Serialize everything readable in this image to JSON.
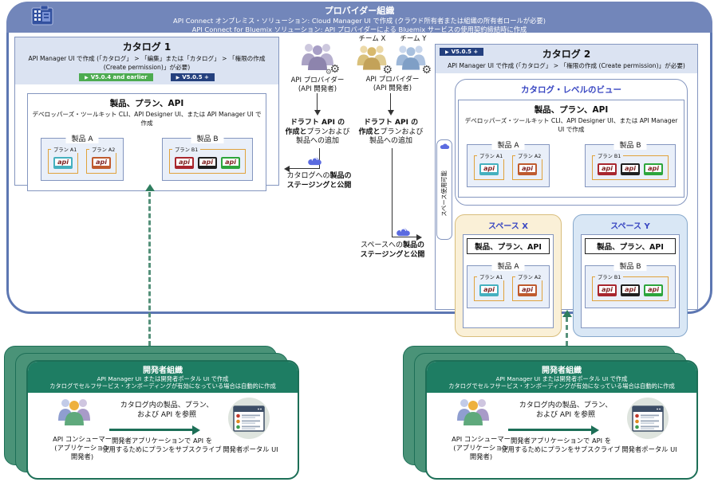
{
  "provider_org": {
    "title": "プロバイダー組織",
    "line1": "API Connect オンプレミス・ソリューション: Cloud Manager UI で作成 (クラウド所有者または組織の所有者ロールが必要)",
    "line2": "API Connect for Bluemix ソリューション: API プロバイダーによる Bluemix サービスの使用契約締結時に作成"
  },
  "catalog1": {
    "title": "カタログ 1",
    "desc": "API Manager UI で作成 (「カタログ」 > 「編集」または「カタログ」 > 「権限の作成 (Create permission)」が必要)",
    "badge_old": "V5.0.4 and earlier",
    "badge_new": "V5.0.5 +",
    "badge_arrow": "▶"
  },
  "catalog2": {
    "title": "カタログ 2",
    "desc": "API Manager UI で作成 (「カタログ」 > 「権限の作成 (Create permission)」が必要)",
    "badge": "V5.0.5 +",
    "badge_arrow": "▶",
    "view_title": "カタログ・レベルのビュー",
    "space_enabled_label": "スペース使用可能"
  },
  "products": {
    "title": "製品、プラン、API",
    "desc": "デベロッパーズ・ツールキット CLI、API Designer UI、または API Manager UI で作成",
    "product_a": "製品 A",
    "product_b": "製品 B",
    "plan_a1": "プラン A1",
    "plan_a2": "プラン A2",
    "plan_b1": "プラン B1",
    "api_label": "api"
  },
  "spaces": {
    "x_title": "スペース X",
    "y_title": "スペース Y",
    "header": "製品、プラン、API"
  },
  "providers": {
    "label1": "API プロバイダー",
    "label2": "(API 開発者)",
    "team_x": "チーム X",
    "team_y": "チーム Y",
    "draft_bold1": "ドラフト API の",
    "draft_bold2": "作成と",
    "draft_rest1": "プランおよび",
    "draft_rest2": "製品への追加",
    "stage_catalog_plain": "カタログへの",
    "stage_catalog_bold1": "製品の",
    "stage_catalog_bold2": "ステージングと公開",
    "stage_space_plain": "スペースへの",
    "stage_space_bold1": "製品の",
    "stage_space_bold2": "ステージングと公開"
  },
  "developer_org": {
    "title": "開発者組織",
    "line1": "API Manager UI または開発者ポータル UI で作成",
    "line2": "カタログでセルフサービス・オンボーディングが有効になっている場合は自動的に作成",
    "consumer1": "API コンシューマー",
    "consumer2": "(アプリケーション",
    "consumer3": "開発者)",
    "browse1": "カタログ内の製品、プラン、",
    "browse2": "および API を参照",
    "subscribe1": "開発者アプリケーションで API を",
    "subscribe2": "使用するためにプランをサブスクライブ",
    "portal_label": "開発者ポータル UI"
  },
  "colors": {
    "provider_band": "#7286ba",
    "catalog_head": "#dbe3f2",
    "badge_green": "#4cab50",
    "badge_navy": "#24407e",
    "space_x_bg": "#faf0d7",
    "space_y_bg": "#d9e7f5",
    "dev_green": "#1e7d63",
    "api_teal": "#45b0bf",
    "api_orange": "#bf5a2e",
    "api_red": "#a8262e",
    "api_black": "#1f1f1f",
    "api_green": "#2da53c"
  }
}
